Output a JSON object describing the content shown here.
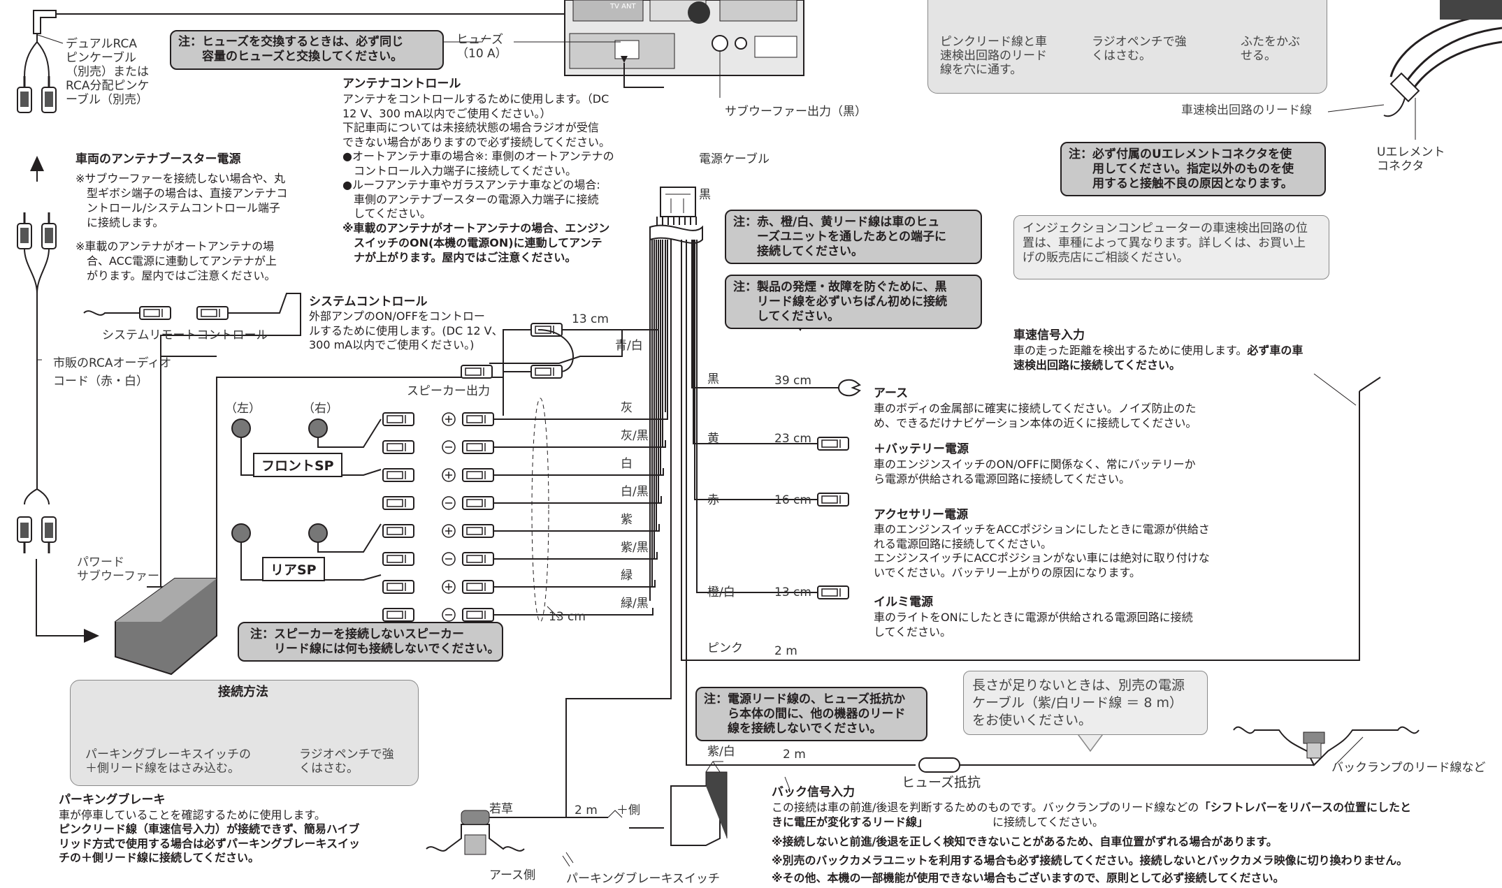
{
  "fuse": {
    "note": "注：ヒューズを交換するときは、必ず同じ\n　　容量のヒューズと交換してください。",
    "label": "ヒューズ\n（10 A）"
  },
  "rca_cable": {
    "label": "デュアルRCA\nピンケーブル\n（別売）または\nRCA分配ピンケ\nーブル（別売）"
  },
  "booster": {
    "title": "車両のアンテナブースター電源",
    "text1": "※サブウーファーを接続しない場合や、丸\n　型ギボシ端子の場合は、直接アンテナコ\n　ントロール/システムコントロール端子\n　に接続します。",
    "text2": "※車載のアンテナがオートアンテナの場\n　合、ACC電源に連動してアンテナが上\n　がります。屋内ではご注意ください。"
  },
  "antenna_control": {
    "title": "アンテナコントロール",
    "text": "アンテナをコントロールするために使用します。（DC\n12 V、300 mA以内でご使用ください。）\n下記車両については未接続状態の場合ラジオが受信\nできない場合がありますので必ず接続してください。\n●オートアンテナ車の場合※: 車側のオートアンテナの\n　コントロール入力端子に接続してください。\n●ルーフアンテナ車やガラスアンテナ車などの場合:\n　車側のアンテナブースターの電源入力端子に接続\n　してください。",
    "bold": "※車載のアンテナがオートアンテナの場合、エンジン\n　スイッチのON(本機の電源ON)に連動してアンテ\n　ナが上がります。屋内ではご注意ください。"
  },
  "subwoofer_out": "サブウーファー出力（黒）",
  "tv_ant": "TV ANT",
  "power_cable": {
    "label": "電源ケーブル",
    "black": "黒"
  },
  "system_remote": "システムリモートコントロール",
  "system_control": {
    "title": "システムコントロール",
    "text": "外部アンプのON/OFFをコントロー\nルするために使用します。(DC 12 V、\n300 mA以内でご使用ください。)"
  },
  "rca_audio": "市販のRCAオーディオ\nコード（赤・白）",
  "speaker": {
    "title": "スピーカー出力",
    "left": "（左）",
    "right": "（右）",
    "front": "フロントSP",
    "rear": "リアSP",
    "length": "13 cm",
    "wires": [
      "灰",
      "灰/黒",
      "白",
      "白/黒",
      "紫",
      "紫/黒",
      "緑",
      "緑/黒"
    ],
    "note": "注：スピーカーを接続しないスピーカー\n　　リード線には何も接続しないでください。"
  },
  "powered_sub": "パワード\nサブウーファー",
  "blue_white": {
    "color": "青/白",
    "length": "13 cm"
  },
  "notes": {
    "red_orange": "注：赤、橙/白、黄リード線は車のヒュ\n　　ーズユニットを通したあとの端子に\n　　接続してください。",
    "black_first": "注：製品の発煙・故障を防ぐために、黒\n　　リード線を必ずいちばん初めに接続\n　　してください。",
    "u_connector": "注：必ず付属のUエレメントコネクタを使\n　　用してください。指定以外のものを使\n　　用すると接触不良の原因となります。",
    "power_lead": "注：電源リード線の、ヒューズ抵抗か\n　　ら本体の間に、他の機器のリード\n　　線を接続しないでください。"
  },
  "u_element": {
    "label": "Uエレメント\nコネクタ",
    "step1": "ピンクリード線と車\n速検出回路のリード\n線を穴に通す。",
    "step2": "ラジオペンチで強\nくはさむ。",
    "step3": "ふたをかぶ\nせる。",
    "lead": "車速検出回路のリード線"
  },
  "injection_info": "インジェクションコンピューターの車速検出回路の位\n置は、車種によって異なります。詳しくは、お買い上\nげの販売店にご相談ください。",
  "speed_signal": {
    "title": "車速信号入力",
    "text": "車の走った距離を検出するために使用します。",
    "bold": "必ず車の車\n速検出回路に接続してください。"
  },
  "wires": [
    {
      "color": "黒",
      "length": "39 cm",
      "title": "アース",
      "text": "車のボディの金属部に確実に接続してください。ノイズ防止のた\nめ、できるだけナビゲーション本体の近くに接続してください。"
    },
    {
      "color": "黄",
      "length": "23 cm",
      "title": "＋バッテリー電源",
      "text": "車のエンジンスイッチのON/OFFに関係なく、常にバッテリーか\nら電源が供給される電源回路に接続してください。"
    },
    {
      "color": "赤",
      "length": "16 cm",
      "title": "アクセサリー電源",
      "text": "車のエンジンスイッチをACCポジションにしたときに電源が供給さ\nれる電源回路に接続してください。\nエンジンスイッチにACCポジションがない車には絶対に取り付けな\nいでください。バッテリー上がりの原因になります。"
    },
    {
      "color": "橙/白",
      "length": "13 cm",
      "title": "イルミ電源",
      "text": "車のライトをONにしたときに電源が供給される電源回路に接続\nしてください。"
    }
  ],
  "pink": {
    "color": "ピンク",
    "length": "2 m"
  },
  "purple_white": {
    "color": "紫/白",
    "length": "2 m"
  },
  "fuse_resistor": "ヒューズ抵抗",
  "extension_info": "長さが足りないときは、別売の電源\nケーブル（紫/白リード線 ＝ 8 m）\nをお使いください。",
  "backlamp": "バックランプのリード線など",
  "back_signal": {
    "title": "バック信号入力",
    "text_a": "この接続は車の前進/後退を判断するためのものです。バックランプのリード線などの",
    "text_b": "「シフトレバーをリバースの位置にしたと\nきに電圧が変化するリード線」",
    "text_c": "に接続してください。",
    "notes": [
      "※接続しないと前進/後退を正しく検知できないことがあるため、自車位置がずれる場合があります。",
      "※別売のバックカメラユニットを利用する場合も必ず接続してください。接続しないとバックカメラ映像に切り換わりません。",
      "※その他、本機の一部機能が使用できない場合もございますので、原則として必ず接続してください。"
    ]
  },
  "connection": {
    "title": "接続方法",
    "step1": "パーキングブレーキスイッチの\n＋側リード線をはさみ込む。",
    "step2": "ラジオペンチで強\nくはさむ。"
  },
  "parking": {
    "title": "パーキングブレーキ",
    "text": "車が停車していることを確認するために使用します。",
    "bold": "ピンクリード線（車速信号入力）が接続できず、簡易ハイブ\nリッド方式で使用する場合は必ずパーキングブレーキスイッ\nチの＋側リード線に接続してください。",
    "wire_color": "若草",
    "length": "2 m",
    "plus_side": "＋側",
    "earth_side": "アース側",
    "switch": "パーキングブレーキスイッチ"
  }
}
